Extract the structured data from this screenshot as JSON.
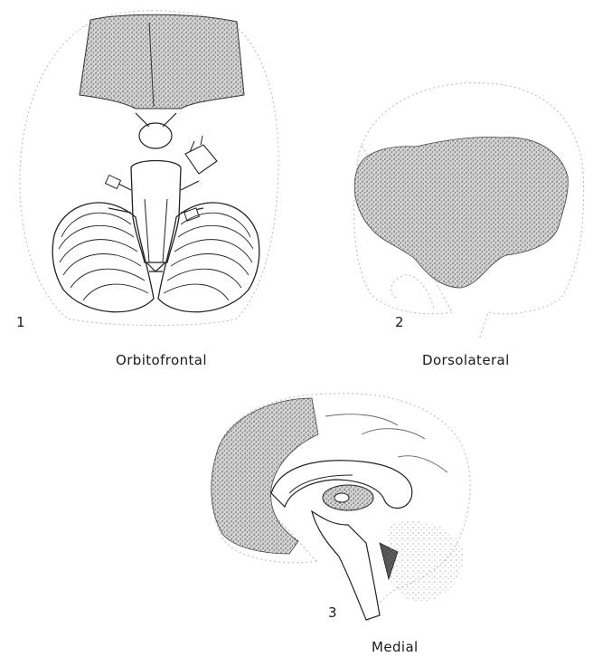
{
  "figures": [
    {
      "number": "1",
      "caption": "Orbitofrontal"
    },
    {
      "number": "2",
      "caption": "Dorsolateral"
    },
    {
      "number": "3",
      "caption": "Medial"
    }
  ],
  "colors": {
    "ink": "#1a1a1a",
    "stipple": "#8a8a8a",
    "outline_faint": "#b8b8b8"
  }
}
